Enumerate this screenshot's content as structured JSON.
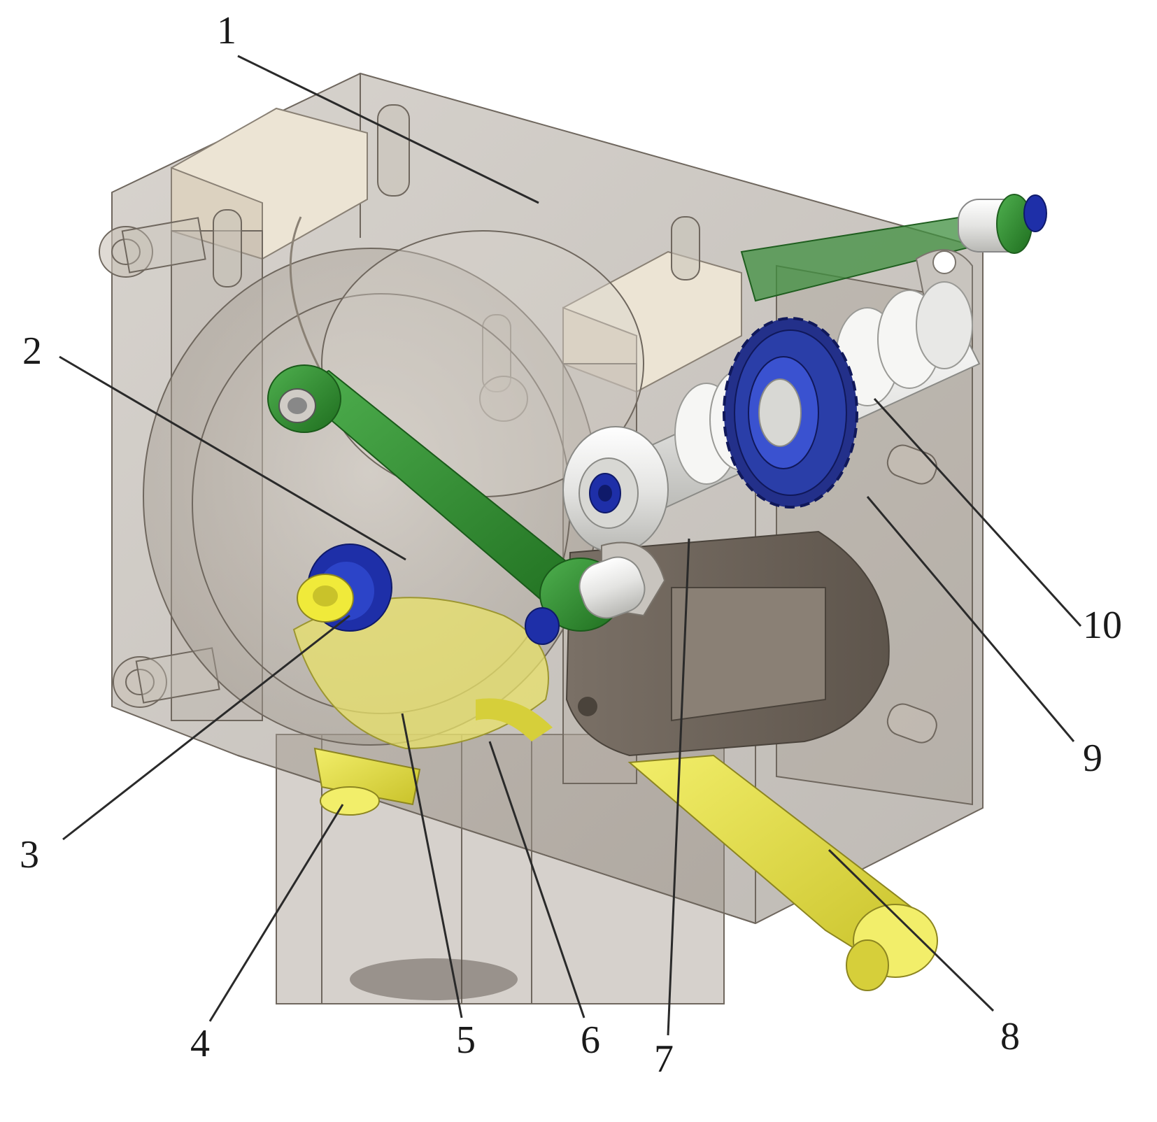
{
  "figure": {
    "callouts": [
      {
        "id": "1",
        "label": "1"
      },
      {
        "id": "2",
        "label": "2"
      },
      {
        "id": "3",
        "label": "3"
      },
      {
        "id": "4",
        "label": "4"
      },
      {
        "id": "5",
        "label": "5"
      },
      {
        "id": "6",
        "label": "6"
      },
      {
        "id": "7",
        "label": "7"
      },
      {
        "id": "8",
        "label": "8"
      },
      {
        "id": "9",
        "label": "9"
      },
      {
        "id": "10",
        "label": "10"
      }
    ],
    "colors": {
      "housing": "#9a9288",
      "block": "#ece4d4",
      "link_green": "#2e8b2e",
      "bolt_blue": "#1e2fa8",
      "pin_yellow": "#e6e23a",
      "lever_yellow": "#e8e04a",
      "shaft_white": "#f4f4f2",
      "sprocket_blue": "#1c2a7a"
    }
  }
}
